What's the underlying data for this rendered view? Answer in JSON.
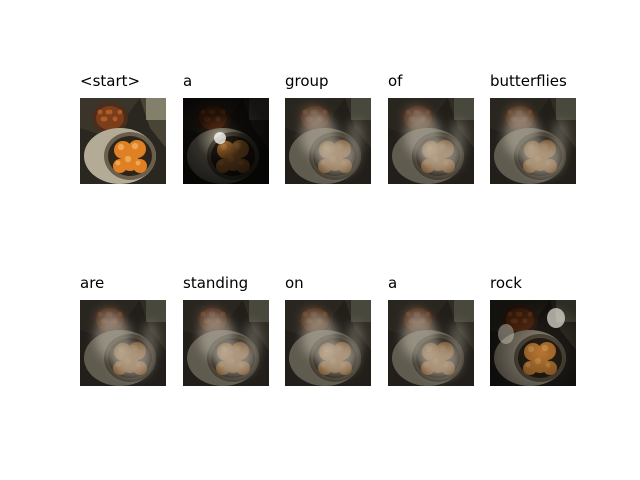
{
  "rows": [
    {
      "cells": [
        {
          "word": "<start>",
          "attention": "none"
        },
        {
          "word": "a",
          "attention": "spot"
        },
        {
          "word": "group",
          "attention": "diffuse"
        },
        {
          "word": "of",
          "attention": "diffuse"
        },
        {
          "word": "butterflies",
          "attention": "diffuse"
        }
      ]
    },
    {
      "cells": [
        {
          "word": "are",
          "attention": "diffuse"
        },
        {
          "word": "standing",
          "attention": "diffuse"
        },
        {
          "word": "on",
          "attention": "diffuse"
        },
        {
          "word": "a",
          "attention": "diffuse"
        },
        {
          "word": "rock",
          "attention": "focused"
        }
      ]
    }
  ],
  "colors": {
    "background": "#ffffff",
    "text": "#000000",
    "image_dark": "#1a1712",
    "orange": "#d97a22",
    "bowl": "#8a8375"
  },
  "icons": {
    "thumbnail": "food-bowl-image"
  }
}
